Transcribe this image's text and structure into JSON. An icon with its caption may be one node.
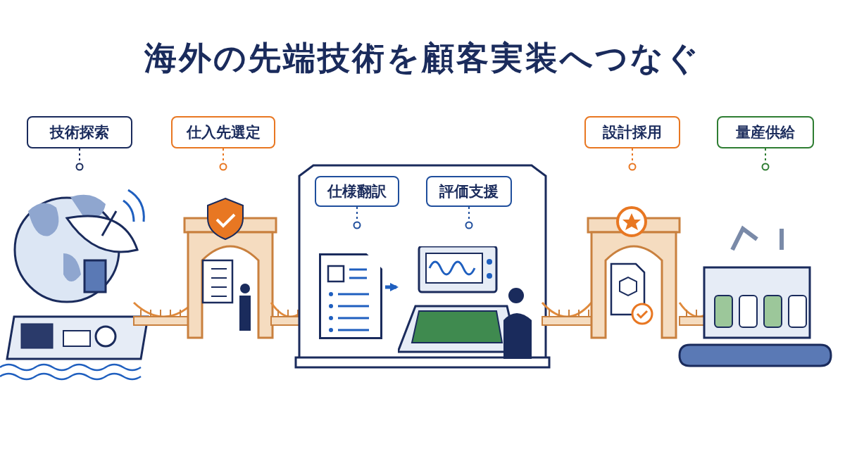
{
  "diagram": {
    "title": "海外の先端技術を顧客実装へつなぐ",
    "nodes": [
      {
        "text": [
          "技術探索"
        ]
      },
      {
        "text": [
          "仕入先選定"
        ]
      },
      {
        "text": [
          "仕様翻訳"
        ]
      },
      {
        "text": [
          "評価支援"
        ]
      },
      {
        "text": [
          "設計採用"
        ]
      },
      {
        "text": [
          "量産供給"
        ]
      },
      {
        "text": [],
        "shape": "picture"
      },
      {
        "text": [],
        "shape": "picture"
      }
    ],
    "edges": [
      {
        "from": 0,
        "to": null,
        "arrow": "other",
        "style": "dashed",
        "color": "#1a2b5c"
      },
      {
        "from": 1,
        "to": null,
        "arrow": "other",
        "style": "dashed",
        "color": "#e87722"
      },
      {
        "from": 2,
        "to": null,
        "arrow": "other",
        "style": "dashed",
        "color": "#1f4e9c"
      },
      {
        "from": 3,
        "to": null,
        "arrow": "other",
        "style": "dashed",
        "color": "#1f4e9c"
      },
      {
        "from": 4,
        "to": null,
        "arrow": "other",
        "style": "dashed",
        "color": "#e87722"
      },
      {
        "from": 5,
        "to": null,
        "arrow": "other",
        "style": "dashed",
        "color": "#2e7d32"
      },
      {
        "from": 6,
        "to": 7,
        "arrow": "to",
        "style": "thick",
        "color": "#1f5fbf"
      }
    ]
  }
}
